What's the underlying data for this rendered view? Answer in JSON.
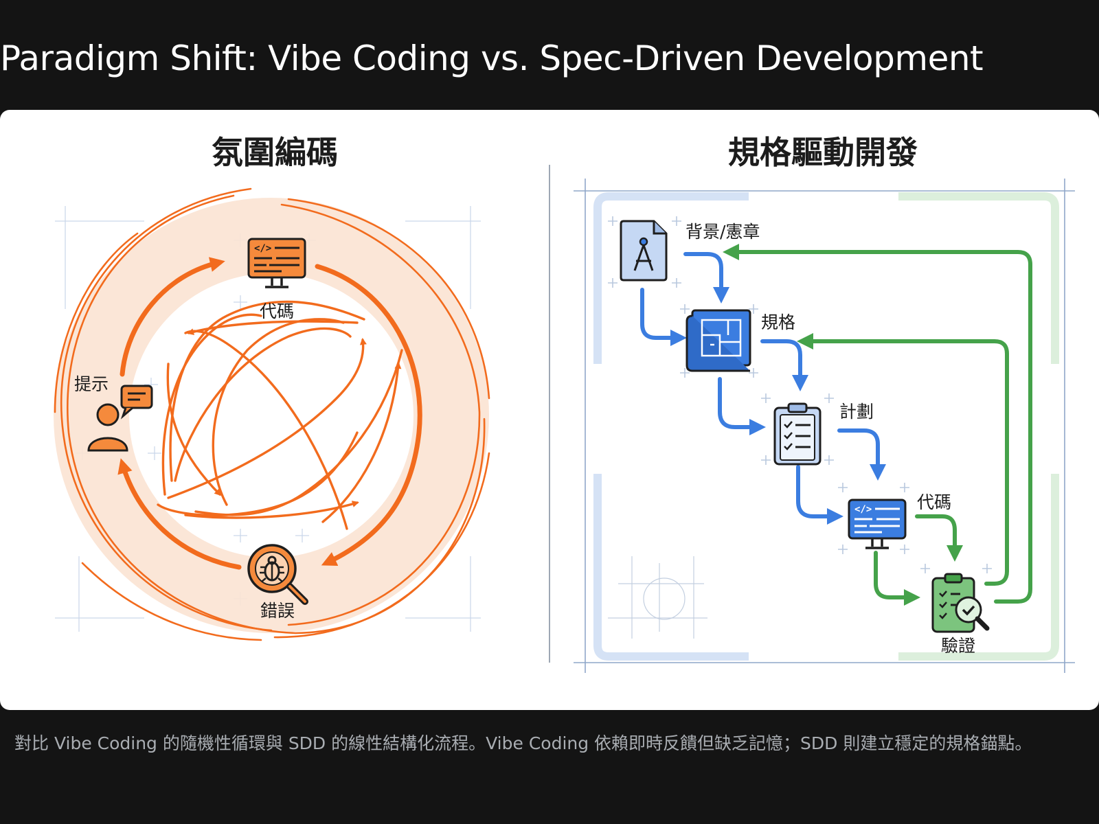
{
  "header": {
    "title": "Paradigm Shift: Vibe Coding vs. Spec-Driven Development"
  },
  "figure": {
    "vibe": {
      "title": "氛圍編碼",
      "nodes": {
        "prompt": "提示",
        "code": "代碼",
        "bug": "錯誤"
      },
      "accent": "#f26b1d",
      "ring_fill": "#fbe3d3"
    },
    "sdd": {
      "title": "規格驅動開發",
      "nodes": {
        "context": "背景/憲章",
        "spec": "規格",
        "plan": "計劃",
        "code": "代碼",
        "verify": "驗證"
      },
      "forward_color": "#3b7de0",
      "feedback_color": "#45a24a"
    },
    "icons": {
      "context": "document-compass-icon",
      "spec": "blueprint-icon",
      "plan": "clipboard-checklist-icon",
      "code": "monitor-code-icon",
      "verify": "clipboard-verify-icon",
      "prompt": "person-chat-icon",
      "bug": "bug-magnifier-icon"
    }
  },
  "caption": {
    "text": "對比 Vibe Coding 的隨機性循環與 SDD 的線性結構化流程。Vibe Coding 依賴即時反饋但缺乏記憶；SDD 則建立穩定的規格錨點。"
  }
}
